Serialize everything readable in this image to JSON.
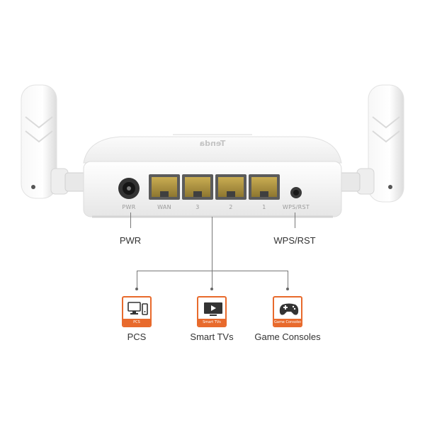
{
  "router": {
    "brand": "Tenda",
    "ports": {
      "pwr": "PWR",
      "wan": "WAN",
      "lan3": "3",
      "lan2": "2",
      "lan1": "1",
      "wps": "WPS/RST"
    }
  },
  "callouts": {
    "pwr": "PWR",
    "wps": "WPS/RST"
  },
  "devices": [
    {
      "tag": "PCS",
      "label": "PCS",
      "icon": "pc-icon"
    },
    {
      "tag": "Smart TVs",
      "label": "Smart TVs",
      "icon": "tv-icon"
    },
    {
      "tag": "Game Consoles",
      "label": "Game Consoles",
      "icon": "gamepad-icon"
    }
  ],
  "colors": {
    "accent": "#e86a2c",
    "port_gold": "#b59a3f",
    "router_body": "#f2f2f2"
  }
}
